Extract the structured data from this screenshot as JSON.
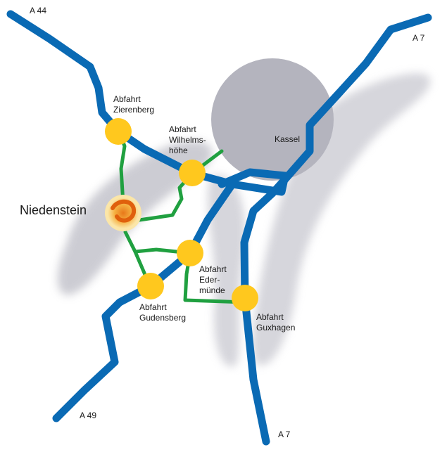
{
  "map": {
    "roads": {
      "a44": "A 44",
      "a7_north": "A 7",
      "a49": "A 49",
      "a7_south": "A 7"
    },
    "town": "Niedenstein",
    "city": "Kassel",
    "exits": [
      {
        "line1": "Abfahrt",
        "line2": "Zierenberg"
      },
      {
        "line1": "Abfahrt",
        "line2": "Wilhelms-",
        "line3": "höhe"
      },
      {
        "line1": "Abfahrt",
        "line2": "Eder-",
        "line3": "münde"
      },
      {
        "line1": "Abfahrt",
        "line2": "Gudensberg"
      },
      {
        "line1": "Abfahrt",
        "line2": "Guxhagen"
      }
    ],
    "colors": {
      "motorway": "#0a6ab4",
      "connector": "#20a040",
      "exit": "#ffc81e",
      "city": "#b4b4be",
      "terrain": "#c4c4cc"
    }
  }
}
